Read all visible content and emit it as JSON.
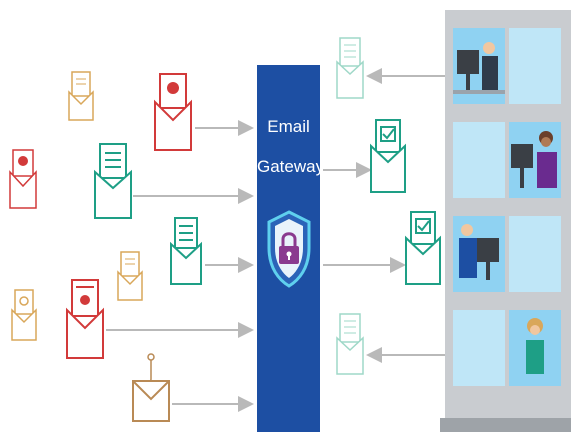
{
  "gateway": {
    "title_line1": "Email",
    "title_line2": "Gateway",
    "color": "#1d4fa3",
    "icon": "shield-lock-icon"
  },
  "colors": {
    "malicious": "#d23a3a",
    "safe": "#1e9f86",
    "unknown": "#d9a75a",
    "phishing": "#b98a55",
    "arrow": "#b9b9b9",
    "window": "#8fd2f2"
  },
  "inbound_emails": [
    {
      "type": "unknown-envelope-icon"
    },
    {
      "type": "malicious-envelope-icon"
    },
    {
      "type": "malicious-envelope-icon"
    },
    {
      "type": "safe-envelope-icon"
    },
    {
      "type": "safe-envelope-icon"
    },
    {
      "type": "unknown-envelope-icon"
    },
    {
      "type": "unknown-envelope-icon"
    },
    {
      "type": "malicious-envelope-icon"
    },
    {
      "type": "phishing-envelope-icon"
    }
  ],
  "outbound_emails": [
    {
      "type": "approved-envelope-icon"
    },
    {
      "type": "approved-envelope-icon"
    }
  ],
  "building": {
    "icon": "office-building-icon",
    "workers": [
      "worker-desk-1",
      "worker-desk-2",
      "worker-desk-3",
      "worker-desk-4"
    ]
  }
}
